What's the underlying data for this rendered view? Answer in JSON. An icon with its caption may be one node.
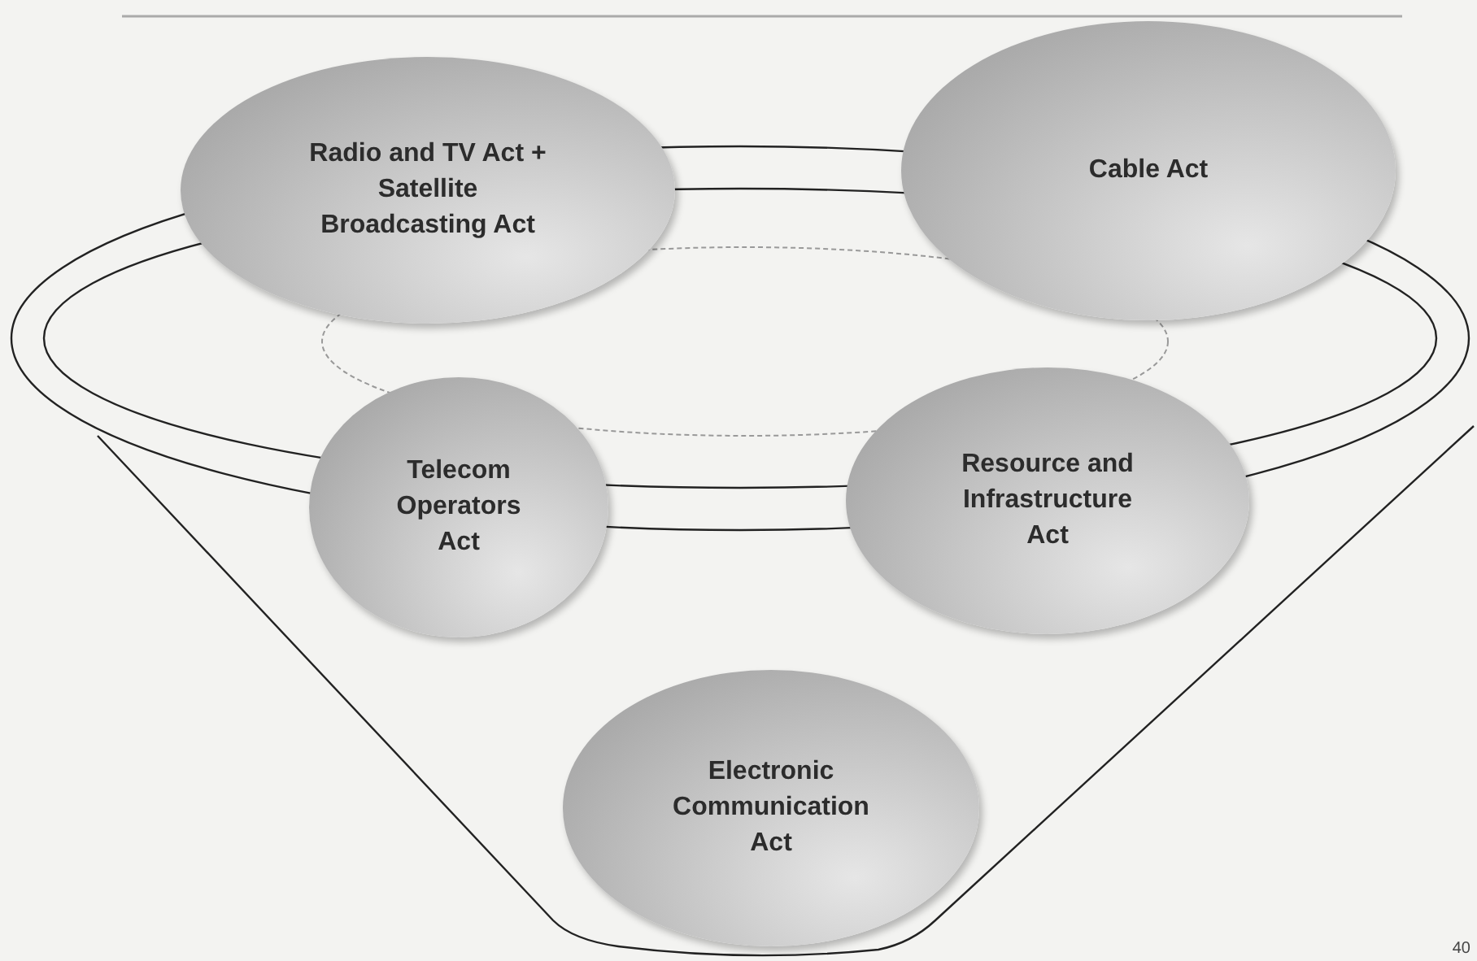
{
  "diagram": {
    "nodes": [
      {
        "text": [
          "Radio and TV Act + Satellite Broadcasting Act"
        ]
      },
      {
        "text": [
          "Cable Act"
        ]
      },
      {
        "text": [
          "Telecom Operators Act"
        ]
      },
      {
        "text": [
          "Resource and Infrastructure Act"
        ]
      },
      {
        "text": [
          "Electronic Communication Act"
        ]
      }
    ],
    "labels": [
      "40"
    ]
  }
}
